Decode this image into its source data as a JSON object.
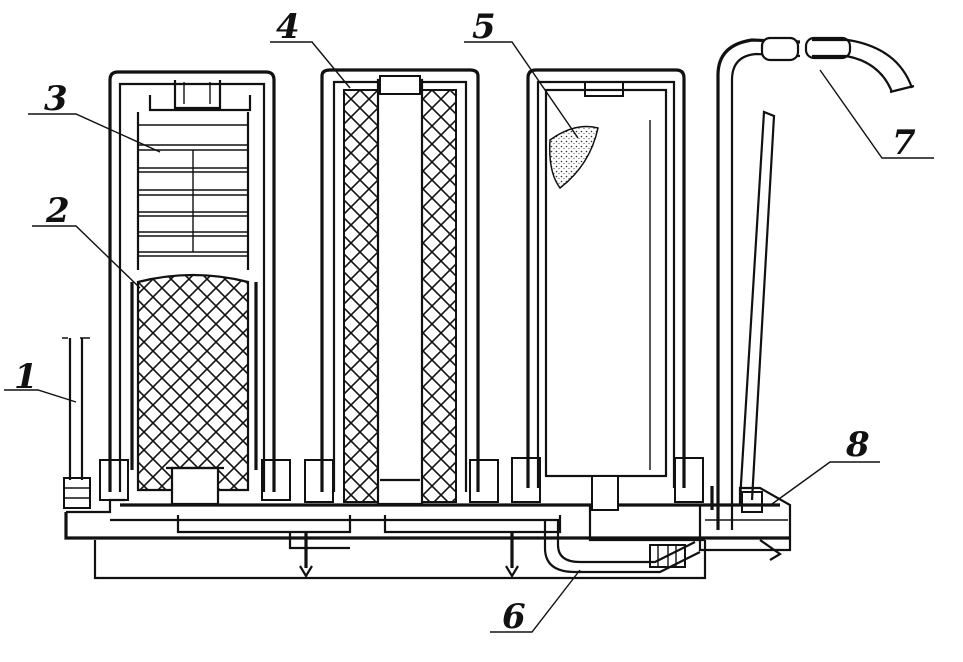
{
  "labels": {
    "l1": "1",
    "l2": "2",
    "l3": "3",
    "l4": "4",
    "l5": "5",
    "l6": "6",
    "l7": "7",
    "l8": "8"
  },
  "colors": {
    "line": "#111111",
    "background": "#ffffff"
  }
}
